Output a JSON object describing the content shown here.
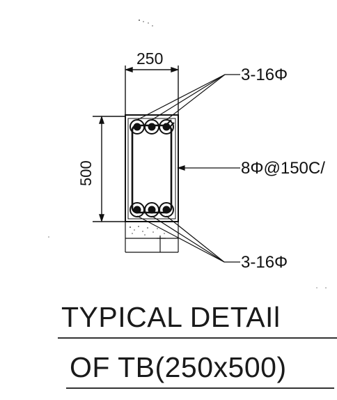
{
  "drawing": {
    "width_dim": "250",
    "height_dim": "500",
    "top_bars_callout": "3-16Φ",
    "stirrup_callout": "8Φ@150C/",
    "bottom_bars_callout": "3-16Φ"
  },
  "title": {
    "line1": "TYPICAL DETAIl",
    "line2": "OF TB(250x500)"
  }
}
